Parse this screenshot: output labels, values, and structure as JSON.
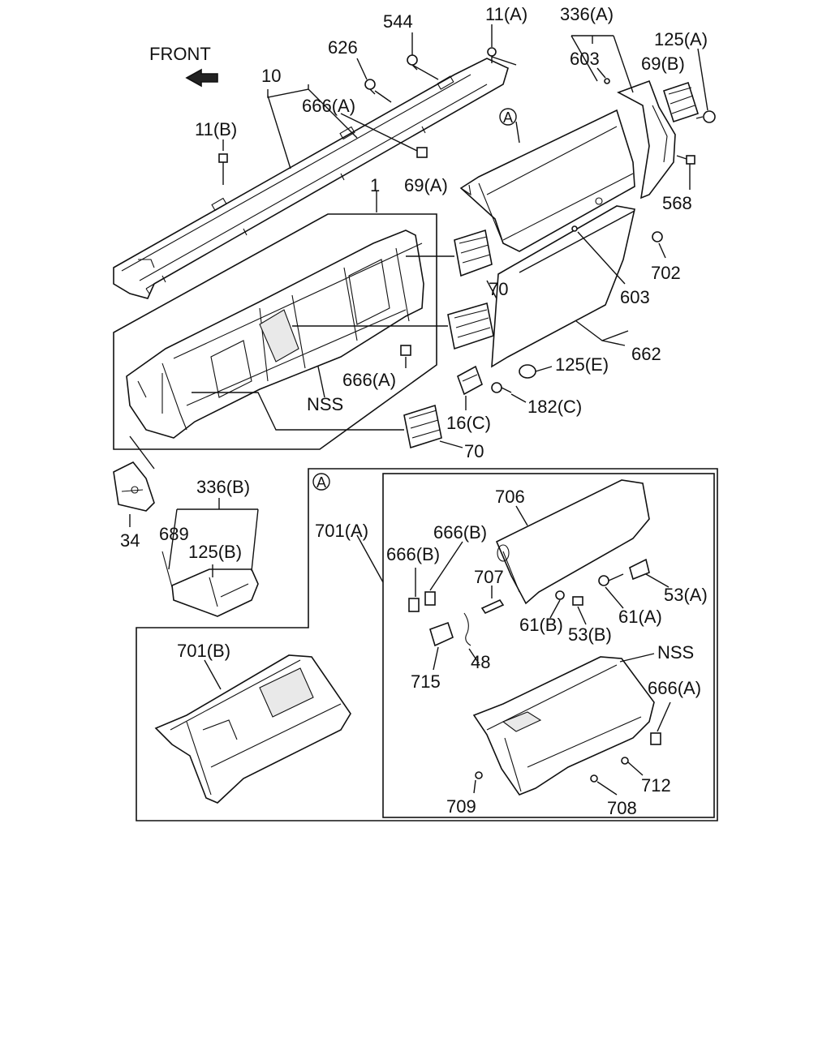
{
  "front_label": "FRONT",
  "callouts": {
    "c544": "544",
    "c11a": "11(A)",
    "c336a": "336(A)",
    "c125a": "125(A)",
    "c626": "626",
    "c603_top": "603",
    "c69b": "69(B)",
    "c10": "10",
    "c666a_top": "666(A)",
    "c11b": "11(B)",
    "cA_circle": "A",
    "c568": "568",
    "c1": "1",
    "c69a": "69(A)",
    "c702": "702",
    "c70_mid": "70",
    "c603_mid": "603",
    "c666a_mid": "666(A)",
    "c662": "662",
    "c125e": "125(E)",
    "cnss_top": "NSS",
    "c182c": "182(C)",
    "c16c": "16(C)",
    "c70_bot": "70",
    "c336b": "336(B)",
    "c689": "689",
    "c125b": "125(B)",
    "c34": "34",
    "cA_inset": "A",
    "c701a": "701(A)",
    "c706": "706",
    "c666b_1": "666(B)",
    "c666b_2": "666(B)",
    "c707": "707",
    "c53a": "53(A)",
    "c61b": "61(B)",
    "c61a": "61(A)",
    "c53b": "53(B)",
    "c48": "48",
    "c715": "715",
    "c701b": "701(B)",
    "cnss_bot": "NSS",
    "c666a_bot": "666(A)",
    "c712": "712",
    "c709": "709",
    "c708": "708"
  }
}
